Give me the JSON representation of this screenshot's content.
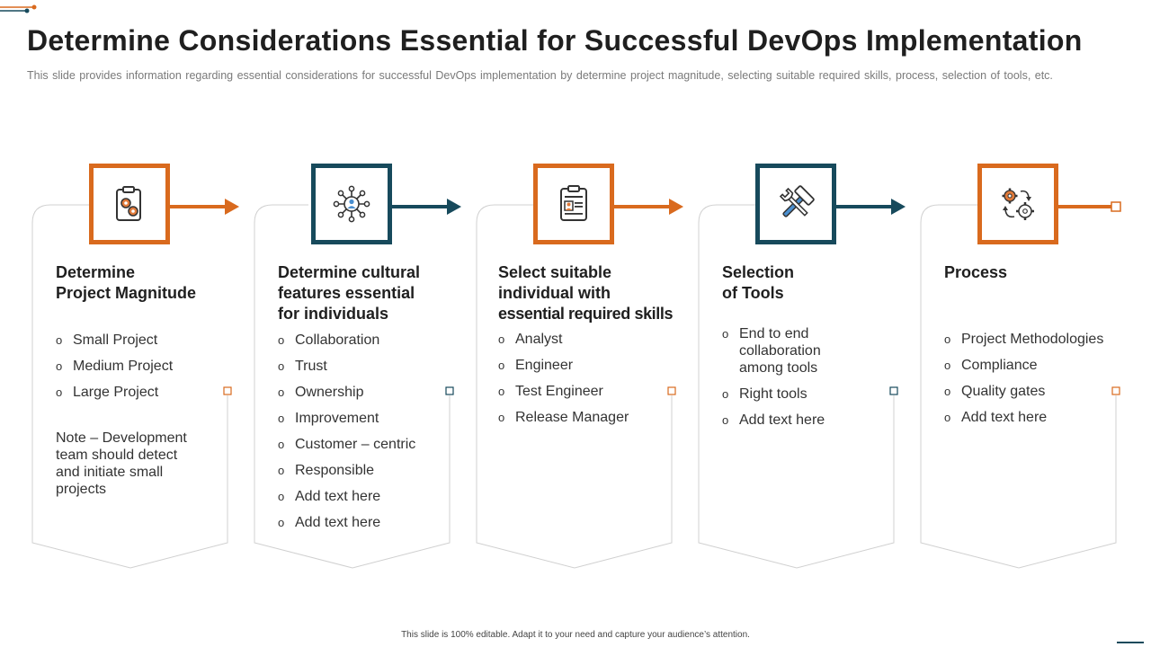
{
  "title": "Determine Considerations Essential for Successful DevOps Implementation",
  "subtitle": "This slide provides information regarding essential considerations for successful DevOps implementation by determine project magnitude, selecting suitable required skills, process, selection of tools, etc.",
  "footer": "This slide is 100% editable. Adapt it to your need and capture your audience’s attention.",
  "colors": {
    "orange": "#d96a1e",
    "teal": "#174a5c",
    "outline": "#d0d0d0"
  },
  "columns": [
    {
      "heading_lines": [
        "Determine",
        "Project Magnitude"
      ],
      "icon": "clipboard-gears-icon",
      "items": [
        "Small Project",
        "Medium Project",
        "Large Project"
      ],
      "note": "Note – Development team should detect and initiate small projects"
    },
    {
      "heading_lines": [
        "Determine cultural",
        "features essential",
        "for individuals"
      ],
      "icon": "network-people-icon",
      "items": [
        "Collaboration",
        "Trust",
        "Ownership",
        "Improvement",
        "Customer – centric",
        "Responsible",
        "Add text here",
        "Add text here"
      ]
    },
    {
      "heading_lines": [
        "Select suitable",
        "individual with",
        "essential required skills"
      ],
      "icon": "resume-clipboard-icon",
      "items": [
        "Analyst",
        "Engineer",
        "Test Engineer",
        "Release Manager"
      ]
    },
    {
      "heading_lines": [
        "Selection",
        "of Tools"
      ],
      "icon": "hammer-wrench-icon",
      "items": [
        "End to end collaboration among tools",
        "Right tools",
        "Add text here"
      ]
    },
    {
      "heading_lines": [
        "Process"
      ],
      "icon": "gears-cycle-icon",
      "items": [
        "Project Methodologies",
        "Compliance",
        "Quality gates",
        "Add text here"
      ]
    }
  ]
}
